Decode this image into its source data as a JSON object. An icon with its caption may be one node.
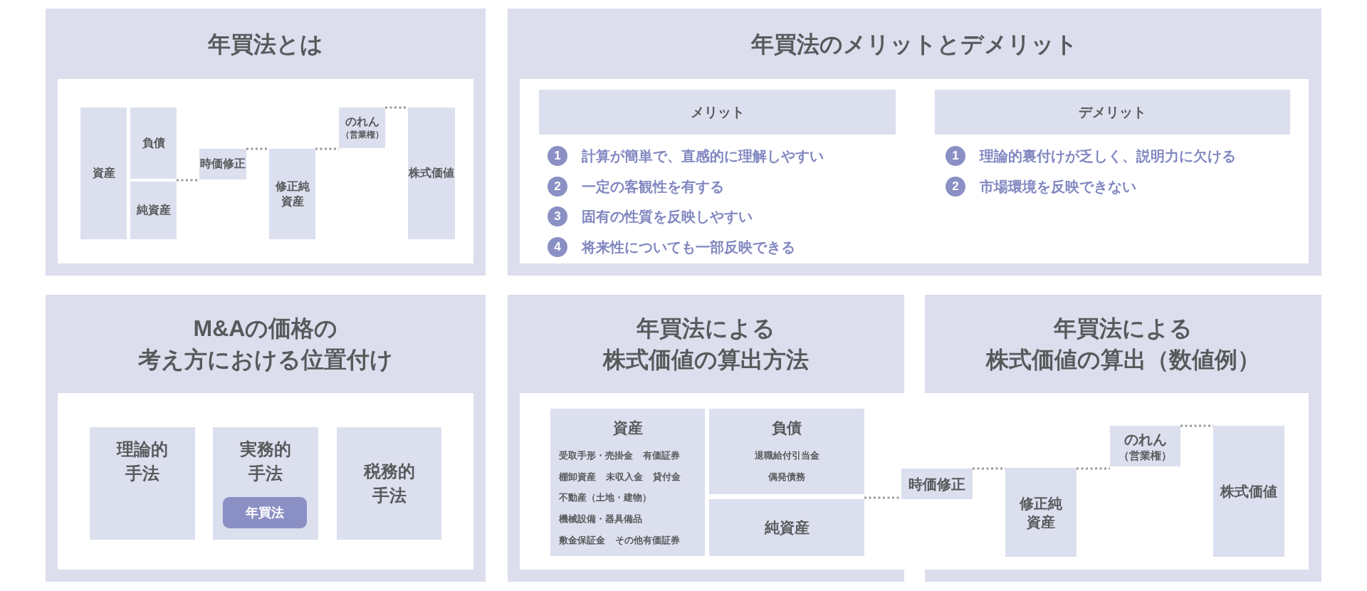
{
  "diagram": {
    "nodes": [
      {
        "text": [
          "年買法とは"
        ]
      },
      {
        "text": [
          "資産"
        ],
        "in": 0
      },
      {
        "text": [
          "負債"
        ],
        "in": 0
      },
      {
        "text": [
          "純資産"
        ],
        "in": 0
      },
      {
        "text": [
          "時価修正"
        ],
        "in": 0
      },
      {
        "text": [
          "修正純資産"
        ],
        "in": 0
      },
      {
        "text": [
          "のれん",
          "（営業権）"
        ],
        "in": 0
      },
      {
        "text": [
          "株式価値"
        ],
        "in": 0
      },
      {
        "text": [
          "年買法のメリットとデメリット"
        ]
      },
      {
        "text": [
          "メリット"
        ],
        "in": 8
      },
      {
        "text": [
          "1"
        ],
        "in": 8,
        "beside": [
          "計算が簡単で、直感的に理解しやすい"
        ]
      },
      {
        "text": [
          "2"
        ],
        "in": 8,
        "beside": [
          "一定の客観性を有する"
        ]
      },
      {
        "text": [
          "3"
        ],
        "in": 8,
        "beside": [
          "固有の性質を反映しやすい"
        ]
      },
      {
        "text": [
          "4"
        ],
        "in": 8,
        "beside": [
          "将来性についても一部反映できる"
        ]
      },
      {
        "text": [
          "デメリット"
        ],
        "in": 8
      },
      {
        "text": [
          "1"
        ],
        "in": 8,
        "beside": [
          "理論的裏付けが乏しく、説明力に欠ける"
        ]
      },
      {
        "text": [
          "2"
        ],
        "in": 8,
        "beside": [
          "市場環境を反映できない"
        ]
      },
      {
        "text": [
          "M&Aの価格の考え方における位置付け"
        ]
      },
      {
        "text": [
          "理論的手法"
        ],
        "in": 17
      },
      {
        "text": [
          "実務的手法"
        ],
        "in": 17
      },
      {
        "text": [
          "年買法"
        ],
        "in": 19
      },
      {
        "text": [
          "税務的手法"
        ],
        "in": 17
      },
      {
        "text": [
          "年買法による株式価値の算出方法"
        ]
      },
      {
        "text": [
          "資産",
          "受取手形・売掛金",
          "有価証券",
          "棚卸資産",
          "未収入金",
          "貸付金",
          "不動産（土地・建物）",
          "機械設備・器具備品",
          "敷金保証金",
          "その他有価証券"
        ],
        "in": 22
      },
      {
        "text": [
          "負債",
          "退職給付引当金",
          "偶発債務"
        ],
        "in": 22
      },
      {
        "text": [
          "純資産"
        ],
        "in": 22
      },
      {
        "text": [
          "年買法による株式価値の算出（数値例）"
        ]
      },
      {
        "text": [
          "時価修正"
        ]
      },
      {
        "text": [
          "修正純資産"
        ],
        "in": 26
      },
      {
        "text": [
          "のれん",
          "（営業権）"
        ],
        "in": 26
      },
      {
        "text": [
          "株式価値"
        ],
        "in": 26
      }
    ],
    "edges": [
      {
        "from": 3,
        "to": 4,
        "arrow": "none"
      },
      {
        "from": 4,
        "to": 5,
        "arrow": "none"
      },
      {
        "from": 5,
        "to": 6,
        "arrow": "none"
      },
      {
        "from": 6,
        "to": 7,
        "arrow": "none"
      },
      {
        "from": 25,
        "to": 27,
        "arrow": "none"
      },
      {
        "from": 27,
        "to": 28,
        "arrow": "none"
      },
      {
        "from": 28,
        "to": 29,
        "arrow": "none"
      },
      {
        "from": 29,
        "to": 30,
        "arrow": "none"
      }
    ]
  }
}
